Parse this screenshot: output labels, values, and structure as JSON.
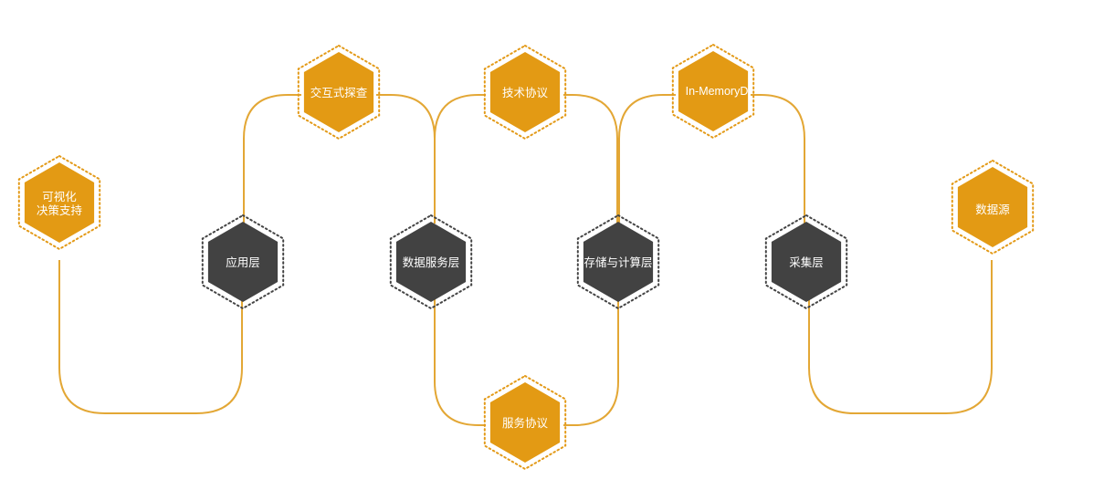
{
  "diagram": {
    "colors": {
      "accent": "#e39a14",
      "dark": "#424242",
      "connector": "#e3a735",
      "label": "#ffffff"
    },
    "nodes": {
      "visualization": {
        "line1": "可视化",
        "line2": "决策支持"
      },
      "interactive_exploration": {
        "label": "交互式探查"
      },
      "app_layer": {
        "label": "应用层"
      },
      "tech_protocol": {
        "label": "技术协议"
      },
      "data_service_layer": {
        "label": "数据服务层"
      },
      "service_protocol": {
        "label": "服务协议"
      },
      "in_memory": {
        "label": "In-MemoryD"
      },
      "storage_compute_layer": {
        "label": "存储与计算层"
      },
      "collection_layer": {
        "label": "采集层"
      },
      "data_source": {
        "label": "数据源"
      }
    }
  }
}
